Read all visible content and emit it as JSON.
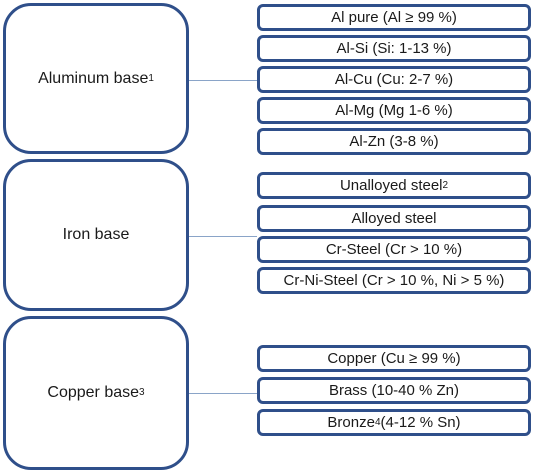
{
  "groups": [
    {
      "base": {
        "label": "Aluminum base",
        "sup": "1"
      },
      "items": [
        {
          "label": "Al pure (Al ≥ 99 %)",
          "sup": ""
        },
        {
          "label": "Al-Si (Si: 1-13 %)",
          "sup": ""
        },
        {
          "label": "Al-Cu (Cu: 2-7 %)",
          "sup": ""
        },
        {
          "label": "Al-Mg (Mg 1-6 %)",
          "sup": ""
        },
        {
          "label": "Al-Zn (3-8 %)",
          "sup": ""
        }
      ]
    },
    {
      "base": {
        "label": "Iron base",
        "sup": ""
      },
      "items": [
        {
          "label": "Unalloyed steel",
          "sup": "2"
        },
        {
          "label": "Alloyed steel",
          "sup": ""
        },
        {
          "label": "Cr-Steel (Cr > 10 %)",
          "sup": ""
        },
        {
          "label": "Cr-Ni-Steel (Cr > 10 %, Ni > 5 %)",
          "sup": ""
        }
      ]
    },
    {
      "base": {
        "label": "Copper base",
        "sup": "3"
      },
      "items": [
        {
          "label": "Copper (Cu ≥ 99 %)",
          "sup": ""
        },
        {
          "label": "Brass (10-40 % Zn)",
          "sup": ""
        },
        {
          "label": "Bronze",
          "sup": "4",
          "suffix": " (4-12 % Sn)"
        }
      ]
    }
  ]
}
